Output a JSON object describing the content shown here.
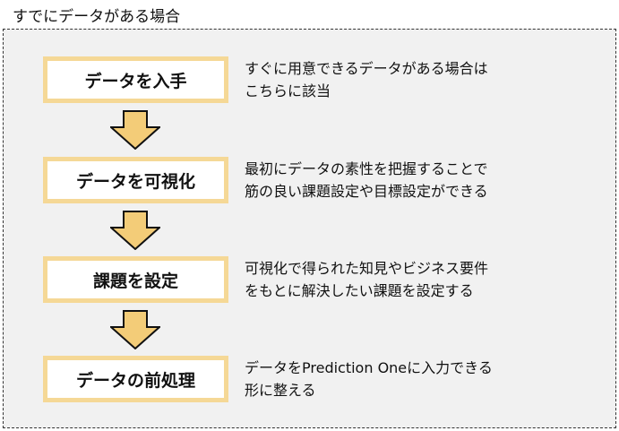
{
  "title": "すでにデータがある場合",
  "steps": [
    {
      "label": "データを入手",
      "desc": "すぐに用意できるデータがある場合は\nこちらに該当"
    },
    {
      "label": "データを可視化",
      "desc": "最初にデータの素性を把握することで\n筋の良い課題設定や目標設定ができる"
    },
    {
      "label": "課題を設定",
      "desc": "可視化で得られた知見やビジネス要件\nをもとに解決したい課題を設定する"
    },
    {
      "label": "データの前処理",
      "desc": "データをPrediction Oneに入力できる\n形に整える"
    }
  ],
  "colors": {
    "box_border": "#f5d896",
    "arrow_fill": "#f3cc78"
  }
}
